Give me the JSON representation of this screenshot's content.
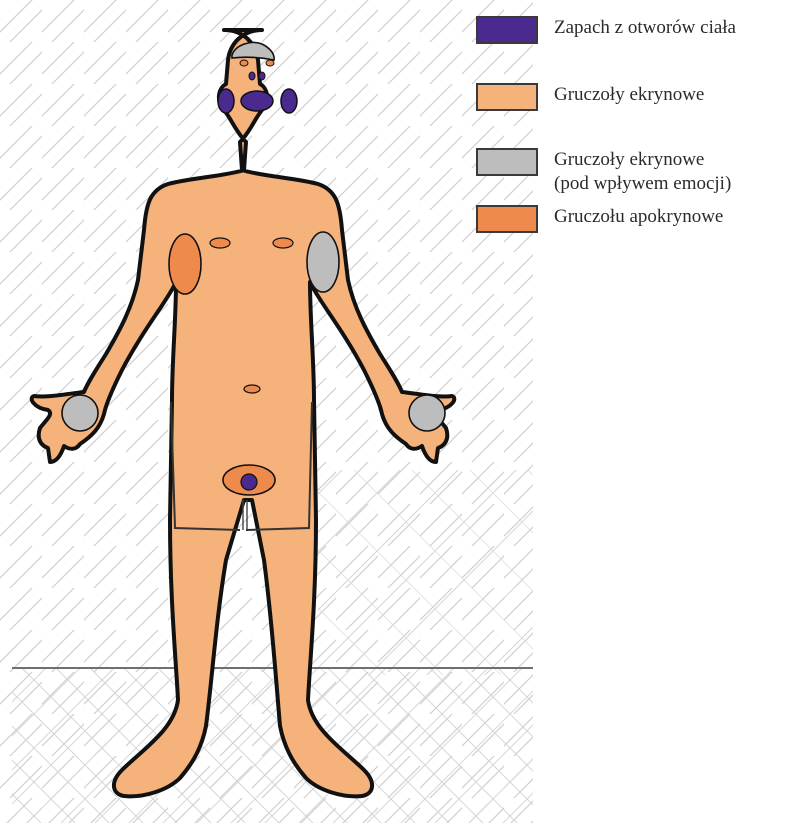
{
  "diagram": {
    "legend": [
      {
        "label": "Zapach z otworów ciała",
        "subtext": "",
        "color": "#4b2a8f"
      },
      {
        "label": "Gruczoły ekrynowe",
        "subtext": "",
        "color": "#f5b27b"
      },
      {
        "label": "Gruczoły ekrynowe",
        "subtext": "(pod wpływem emocji)",
        "color": "#bdbdbd"
      },
      {
        "label": "Gruczołu apokrynowe",
        "subtext": "",
        "color": "#ef8a4d"
      }
    ],
    "colors": {
      "body": "#f5b27b",
      "outline": "#111111",
      "odor": "#4b2a8f",
      "eccrine_emotional": "#bdbdbd",
      "apocrine": "#ef8a4d",
      "hatch": "#cfcfcf",
      "grid": "#d7d7d7"
    }
  }
}
